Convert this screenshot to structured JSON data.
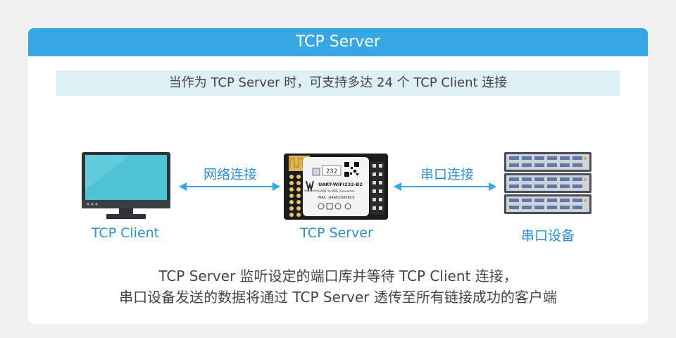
{
  "header": {
    "title": "TCP Server"
  },
  "subtitle": "当作为 TCP Server 时，可支持多达 24 个 TCP Client 连接",
  "links": {
    "network": "网络连接",
    "serial": "串口连接"
  },
  "nodes": {
    "client": "TCP Client",
    "server": "TCP Server",
    "serial_device": "串口设备"
  },
  "module": {
    "model": "UART-WIFI232-B2",
    "desc": "UART to WiFi converter",
    "mac": "MAC: D4AD20A58C0",
    "badge": "232",
    "brand": "Waveshare"
  },
  "caption": {
    "line1": "TCP Server 监听设定的端口库并等待 TCP Client 连接，",
    "line2": "串口设备发送的数据将通过 TCP Server 透传至所有链接成功的客户端"
  },
  "colors": {
    "accent": "#36a7e2",
    "label": "#2e8fd0",
    "subtitle_bg": "#dcf0f6"
  }
}
